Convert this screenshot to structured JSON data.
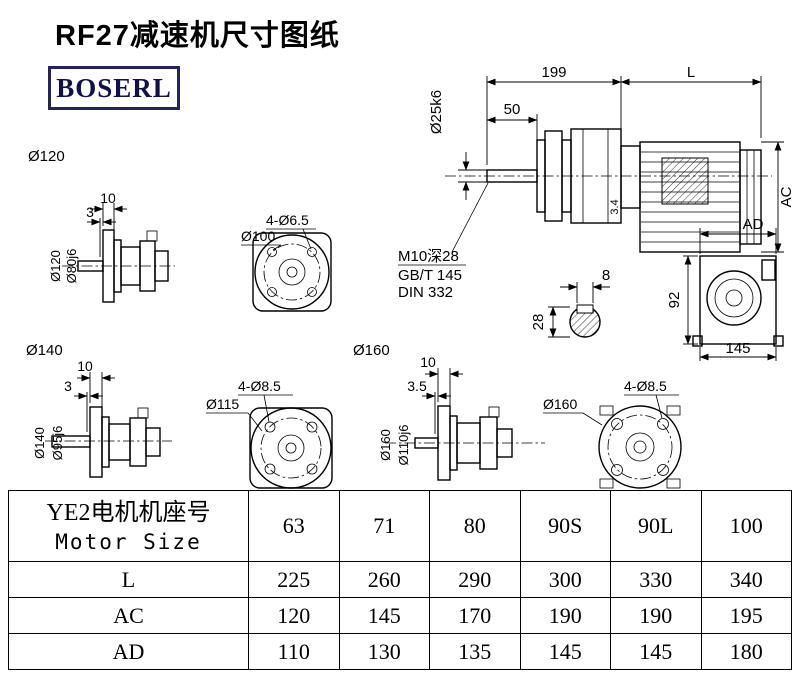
{
  "page": {
    "title": "RF27减速机尺寸图纸",
    "logo_text": "BOSERL"
  },
  "main_view": {
    "dim_199": "199",
    "dim_l": "L",
    "dim_50": "50",
    "shaft_dia": "Ø25k6",
    "dim_ac": "AC",
    "dim_34": "3.4",
    "thread_note": "M10深28",
    "std_note1": "GB/T 145",
    "std_note2": "DIN 332"
  },
  "flange_120_view": {
    "label": "Ø120",
    "dim_10": "10",
    "dim_3": "3",
    "flange_dia": "Ø120",
    "pilot_dia": "Ø80j6"
  },
  "front_100_view": {
    "holes": "4-Ø6.5",
    "bolt_circle": "Ø100"
  },
  "side_view": {
    "dim_ad": "AD",
    "dim_8": "8",
    "dim_28": "28",
    "dim_92": "92",
    "dim_145": "145"
  },
  "flange_140_view": {
    "label": "Ø140",
    "dim_10": "10",
    "dim_3": "3",
    "flange_dia": "Ø140",
    "pilot_dia": "Ø95j6"
  },
  "front_115_view": {
    "holes": "4-Ø8.5",
    "bolt_circle": "Ø115"
  },
  "flange_160_view": {
    "label": "Ø160",
    "dim_10": "10",
    "dim_35": "3.5",
    "flange_dia": "Ø160",
    "pilot_dia": "Ø110j6"
  },
  "front_160_view": {
    "outer_dia": "Ø160",
    "holes": "4-Ø8.5"
  },
  "table": {
    "header_cn": "YE2电机机座号",
    "header_en": "Motor Size",
    "sizes": [
      "63",
      "71",
      "80",
      "90S",
      "90L",
      "100"
    ],
    "rows": [
      {
        "label": "L",
        "values": [
          "225",
          "260",
          "290",
          "300",
          "330",
          "340"
        ]
      },
      {
        "label": "AC",
        "values": [
          "120",
          "145",
          "170",
          "190",
          "190",
          "195"
        ]
      },
      {
        "label": "AD",
        "values": [
          "110",
          "130",
          "135",
          "145",
          "145",
          "180"
        ]
      }
    ]
  }
}
